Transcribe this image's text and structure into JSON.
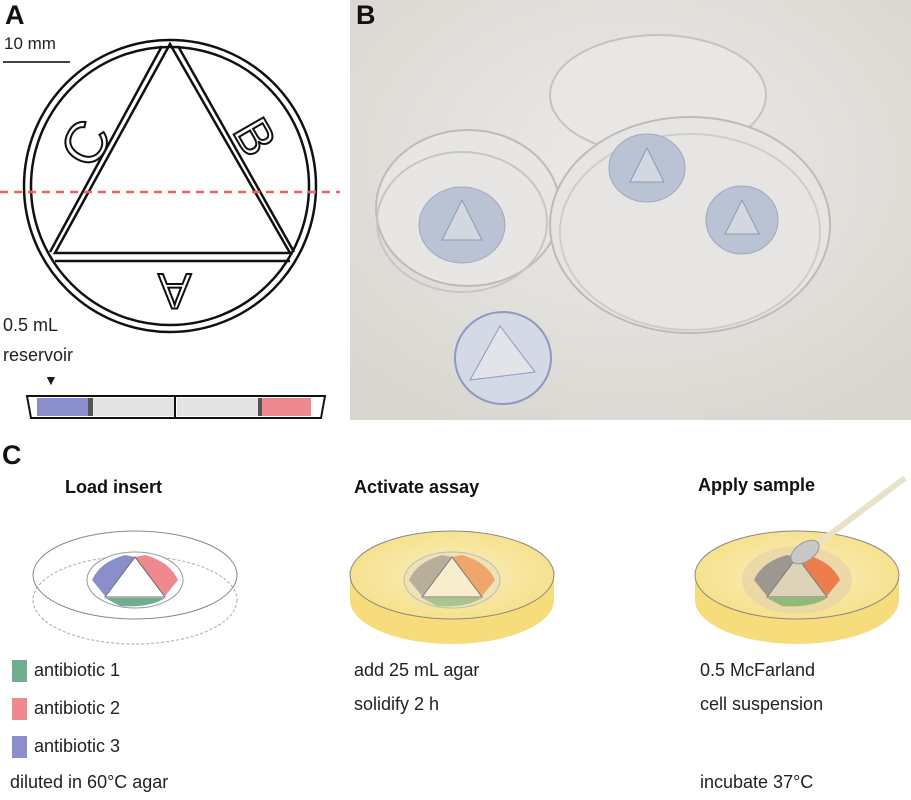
{
  "panels": {
    "a": {
      "label": "A",
      "scale_bar": "10 mm",
      "zone_letters": [
        "A",
        "B",
        "C"
      ],
      "reservoir_label_line1": "0.5 mL",
      "reservoir_label_line2": "reservoir",
      "reservoir_marker": "▼"
    },
    "b": {
      "label": "B"
    },
    "c": {
      "label": "C",
      "steps": [
        {
          "title": "Load insert",
          "lines": [
            "diluted in 60°C agar"
          ]
        },
        {
          "title": "Activate assay",
          "lines": [
            "add 25 mL agar",
            "solidify 2 h"
          ]
        },
        {
          "title": "Apply sample",
          "lines": [
            "0.5 McFarland",
            "cell suspension",
            "incubate 37°C"
          ]
        }
      ],
      "legend": [
        {
          "label": "antibiotic 1",
          "color": "#6fae8e"
        },
        {
          "label": "antibiotic 2",
          "color": "#ee8a8f"
        },
        {
          "label": "antibiotic 3",
          "color": "#8a8fcc"
        }
      ]
    }
  },
  "colors": {
    "cut_line": "#f06060",
    "agar": "#f6dc7a"
  }
}
